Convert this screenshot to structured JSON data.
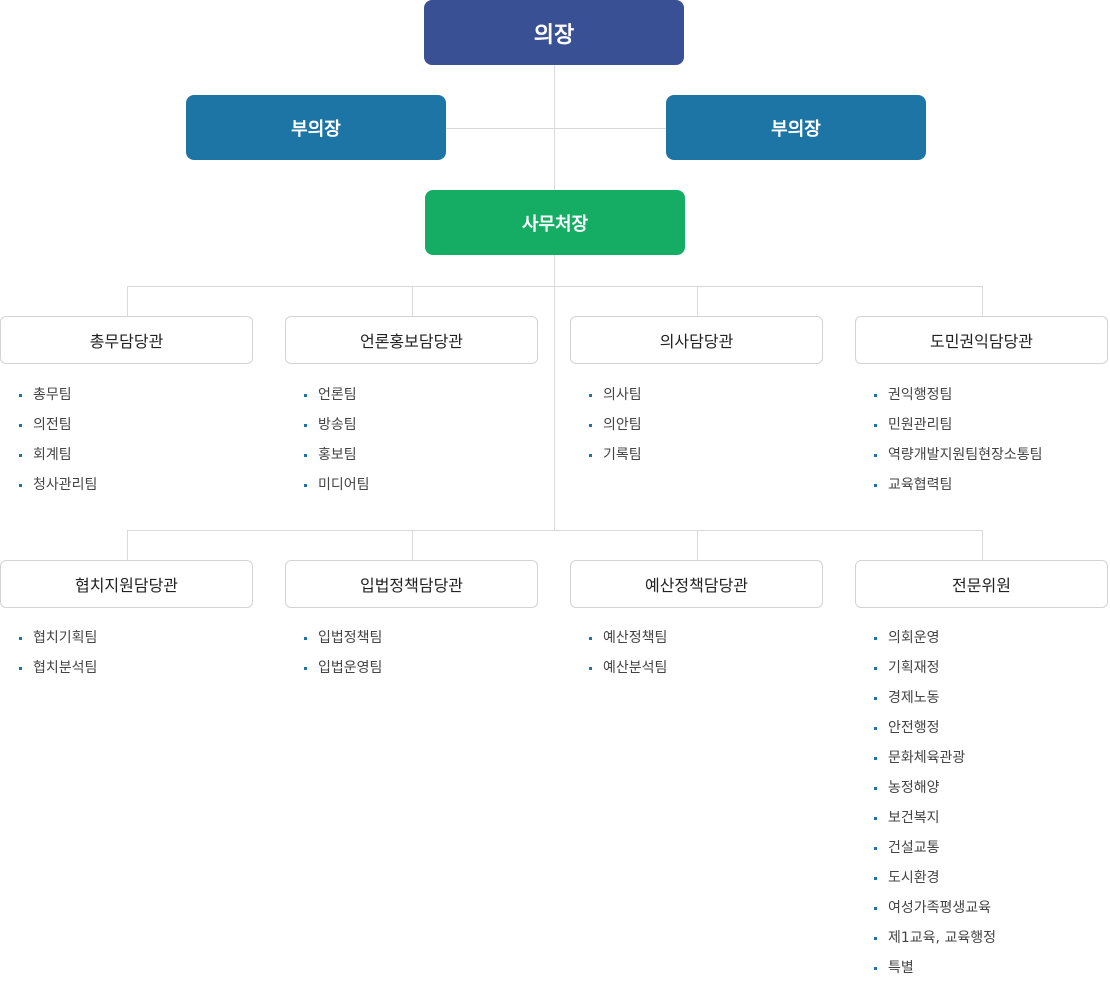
{
  "chairman": {
    "label": "의장"
  },
  "vice_chairs": [
    {
      "label": "부의장"
    },
    {
      "label": "부의장"
    }
  ],
  "secretary_general": {
    "label": "사무처장"
  },
  "row1": [
    {
      "label": "총무담당관",
      "teams": [
        "총무팀",
        "의전팀",
        "회계팀",
        "청사관리팀"
      ]
    },
    {
      "label": "언론홍보담당관",
      "teams": [
        "언론팀",
        "방송팀",
        "홍보팀",
        "미디어팀"
      ]
    },
    {
      "label": "의사담당관",
      "teams": [
        "의사팀",
        "의안팀",
        "기록팀"
      ]
    },
    {
      "label": "도민권익담당관",
      "teams": [
        "권익행정팀",
        "민원관리팀",
        "역량개발지원팀현장소통팀",
        "교육협력팀"
      ]
    }
  ],
  "row2": [
    {
      "label": "협치지원담당관",
      "teams": [
        "협치기획팀",
        "협치분석팀"
      ]
    },
    {
      "label": "입법정책담당관",
      "teams": [
        "입법정책팀",
        "입법운영팀"
      ]
    },
    {
      "label": "예산정책담당관",
      "teams": [
        "예산정책팀",
        "예산분석팀"
      ]
    },
    {
      "label": "전문위원",
      "teams": [
        "의회운영",
        "기획재정",
        "경제노동",
        "안전행정",
        "문화체육관광",
        "농정해양",
        "보건복지",
        "건설교통",
        "도시환경",
        "여성가족평생교육",
        "제1교육, 교육행정",
        "특별"
      ]
    }
  ],
  "colors": {
    "chairman": "#3a5094",
    "vice_chair": "#1d75a6",
    "secretary": "#14ad63",
    "bullet": "#1d75a6",
    "connector": "#d9d9d9"
  }
}
